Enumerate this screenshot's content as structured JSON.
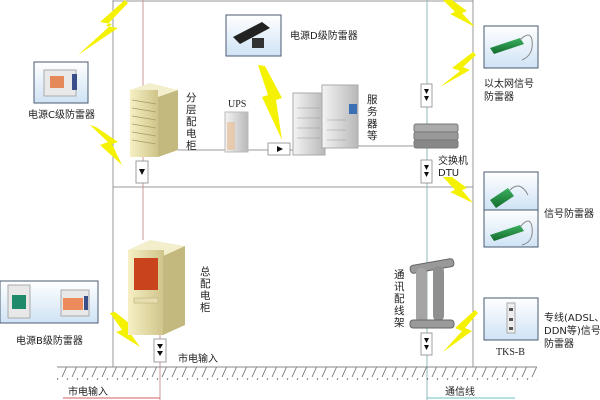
{
  "labels": {
    "power_c": "电源C级防雷器",
    "power_d": "电源D级防雷器",
    "floor_cabinet": [
      "分",
      "层",
      "配",
      "电",
      "柜"
    ],
    "ups": "UPS",
    "server": [
      "服",
      "务",
      "器",
      "等"
    ],
    "switch": "交换机",
    "dtu": "DTU",
    "ethernet_spd": [
      "以太网信号",
      "防雷器"
    ],
    "signal_spd": "信号防雷器",
    "main_cabinet": [
      "总",
      "配",
      "电",
      "柜"
    ],
    "power_b": "电源B级防雷器",
    "mains_input_inner": "市电输入",
    "mains_input_outer": "市电输入",
    "comm_rack": [
      "通",
      "讯",
      "配",
      "线",
      "架"
    ],
    "tks_model": "TKS-B",
    "dedicated_spd": [
      "专线(ADSL、",
      "DDN等)信号",
      "防雷器"
    ],
    "comm_line": "通信线"
  },
  "colors": {
    "lightning": "#f4f200",
    "power_line": "#c89a9a",
    "comm_line": "#8fb8b8",
    "spd_green": "#1f8a3a"
  }
}
